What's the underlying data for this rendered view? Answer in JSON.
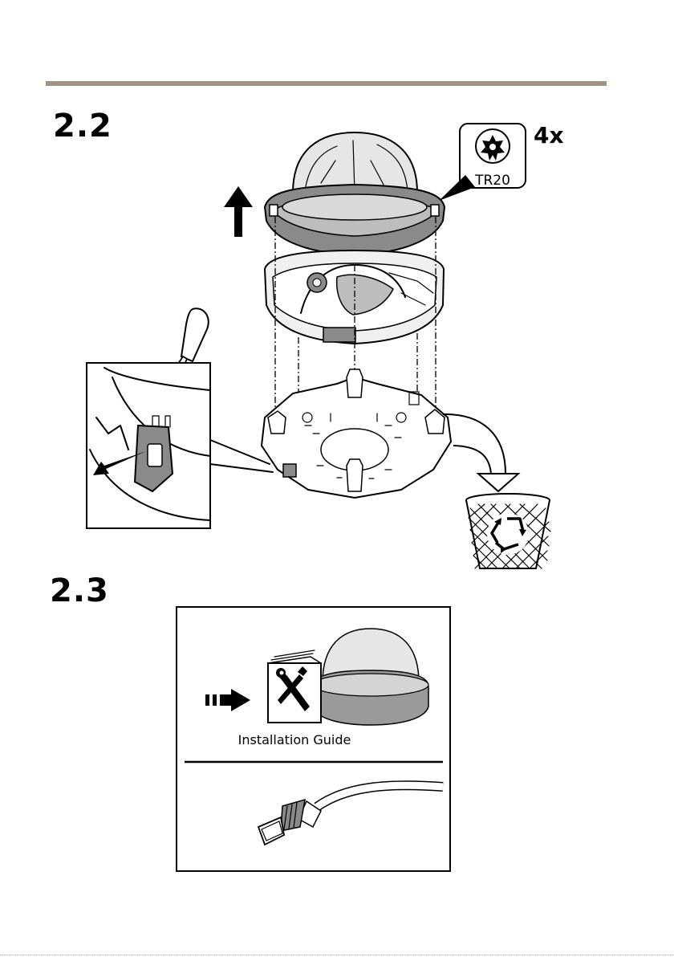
{
  "colors": {
    "rule": "#a09285",
    "part_gray": "#8a8a8a",
    "light_gray": "#e6e6e6"
  },
  "steps": {
    "s2_2": "2.2",
    "s2_3": "2.3"
  },
  "step_2_2": {
    "quantity": "4x",
    "tool_label": "TR20",
    "icons": [
      "torx-screw-icon",
      "up-arrow-icon",
      "screwdriver-icon",
      "recycle-bin-icon",
      "curved-arrow-icon"
    ]
  },
  "step_2_3": {
    "guide_label": "Installation Guide",
    "icons": [
      "dashed-arrow-icon",
      "installation-guide-icon",
      "dome-camera-icon",
      "network-cable-icon"
    ]
  }
}
